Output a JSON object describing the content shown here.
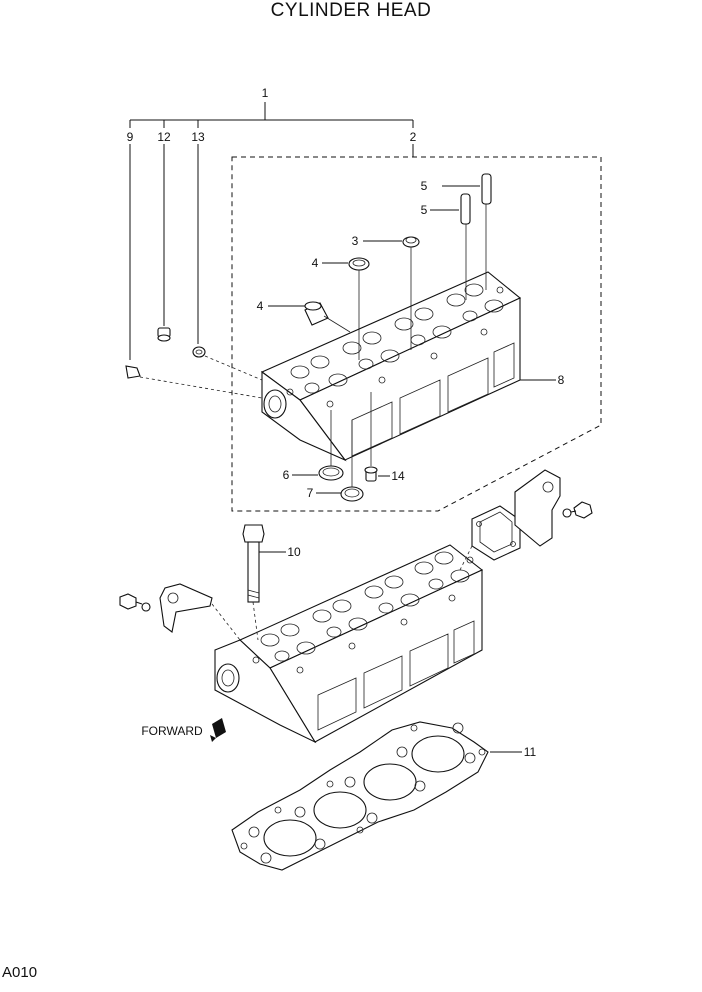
{
  "title": "CYLINDER HEAD",
  "page_ref": "A010",
  "forward_label": "FORWARD",
  "callouts": {
    "c1": "1",
    "c2": "2",
    "c3": "3",
    "c4a": "4",
    "c4b": "4",
    "c5a": "5",
    "c5b": "5",
    "c6": "6",
    "c7": "7",
    "c8": "8",
    "c9": "9",
    "c10": "10",
    "c11": "11",
    "c12": "12",
    "c13": "13",
    "c14": "14"
  }
}
